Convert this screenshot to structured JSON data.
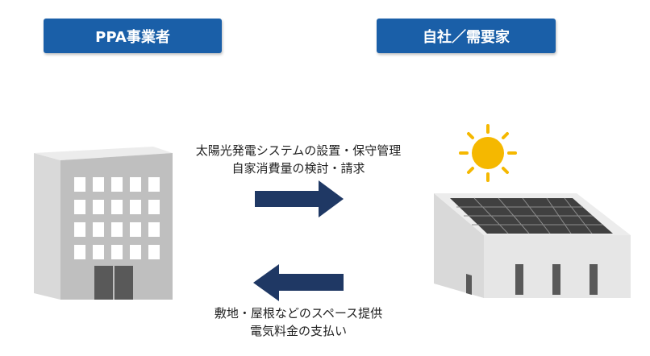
{
  "left_party": {
    "label": "PPA事業者"
  },
  "right_party": {
    "label": "自社／需要家"
  },
  "service_flow": {
    "line1": "太陽光発電システムの設置・保守管理",
    "line2": "自家消費量の検討・請求"
  },
  "payment_flow": {
    "line1": "敷地・屋根などのスペース提供",
    "line2": "電気料金の支払い"
  },
  "colors": {
    "label_bg": "#1a5fa8",
    "arrow": "#1f3864",
    "sun": "#f5b800",
    "building_front": "#bfbfbf",
    "panel": "#404040"
  },
  "icons": {
    "office_building": "office-building-icon",
    "factory": "factory-with-solar-icon",
    "sun": "sun-icon"
  }
}
